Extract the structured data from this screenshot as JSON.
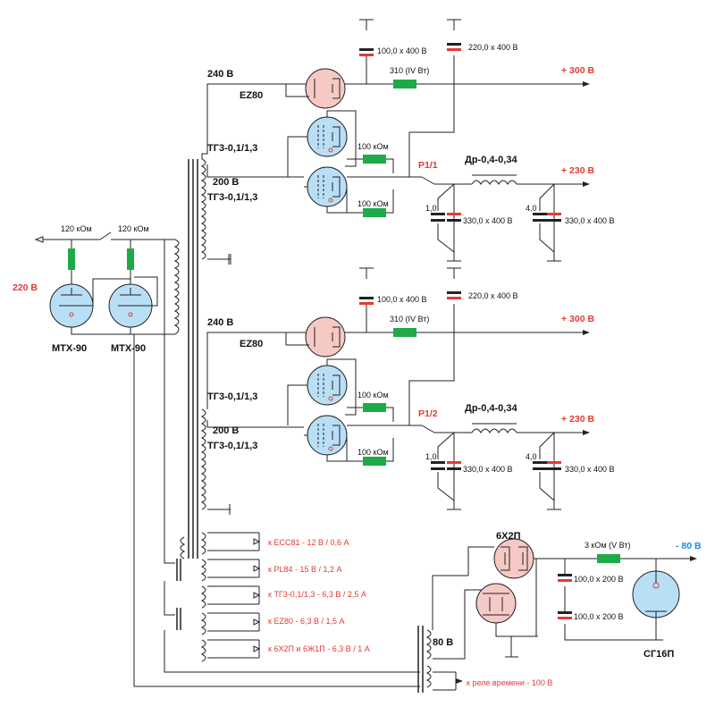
{
  "left": {
    "r1": "120 кОм",
    "r2": "120 кОм",
    "v220": "220 В",
    "tube1": "МТХ-90",
    "tube2": "МТХ-90"
  },
  "upper": {
    "v240": "240 В",
    "v200": "200 В",
    "ez80": "EZ80",
    "tg3a": "ТГ3-0,1/1,3",
    "tg3b": "ТГ3-0,1/1,3",
    "r100a": "100 кОм",
    "r100b": "100 кОм",
    "c1": "100,0 х 400 В",
    "c2": "220,0 х 400 В",
    "r310": "310 (IV Вт)",
    "out300": "+ 300 В",
    "relay": "P1/1",
    "choke": "Др-0,4-0,34",
    "out230": "+ 230 В",
    "c10": "1,0",
    "c330a": "330,0 х 400 В",
    "c40": "4,0",
    "c330b": "330,0 х 400 В"
  },
  "lower": {
    "v240": "240 В",
    "v200": "200 В",
    "ez80": "EZ80",
    "tg3a": "ТГ3-0,1/1,3",
    "tg3b": "ТГ3-0,1/1,3",
    "r100a": "100 кОм",
    "r100b": "100 кОм",
    "c1": "100,0 х 400 В",
    "c2": "220,0 х 400 В",
    "r310": "310 (IV Вт)",
    "out300": "+ 300 В",
    "relay": "P1/2",
    "choke": "Др-0,4-0,34",
    "out230": "+ 230 В",
    "c10": "1,0",
    "c330a": "330,0 х 400 В",
    "c40": "4,0",
    "c330b": "330,0 х 400 В"
  },
  "heaters": [
    "к ECC81 - 12 В / 0,6 А",
    "к PL84 - 15 В / 1,2 А",
    "к ТГ3-0,1/1,3  - 6,3 В / 2,5 А",
    "к EZ80 - 6,3 В / 1,5 А",
    "к 6Х2П и 6Ж1П - 6,3 В / 1 А"
  ],
  "bias": {
    "tube": "6Х2П",
    "r3k": "3 кОм (V Вт)",
    "out80": "- 80 В",
    "c100a": "100,0 х 200 В",
    "c100b": "100,0 х 200 В",
    "v80": "80 В",
    "stab": "СГ16П"
  },
  "relay_timer": "к реле времени - 100 В"
}
